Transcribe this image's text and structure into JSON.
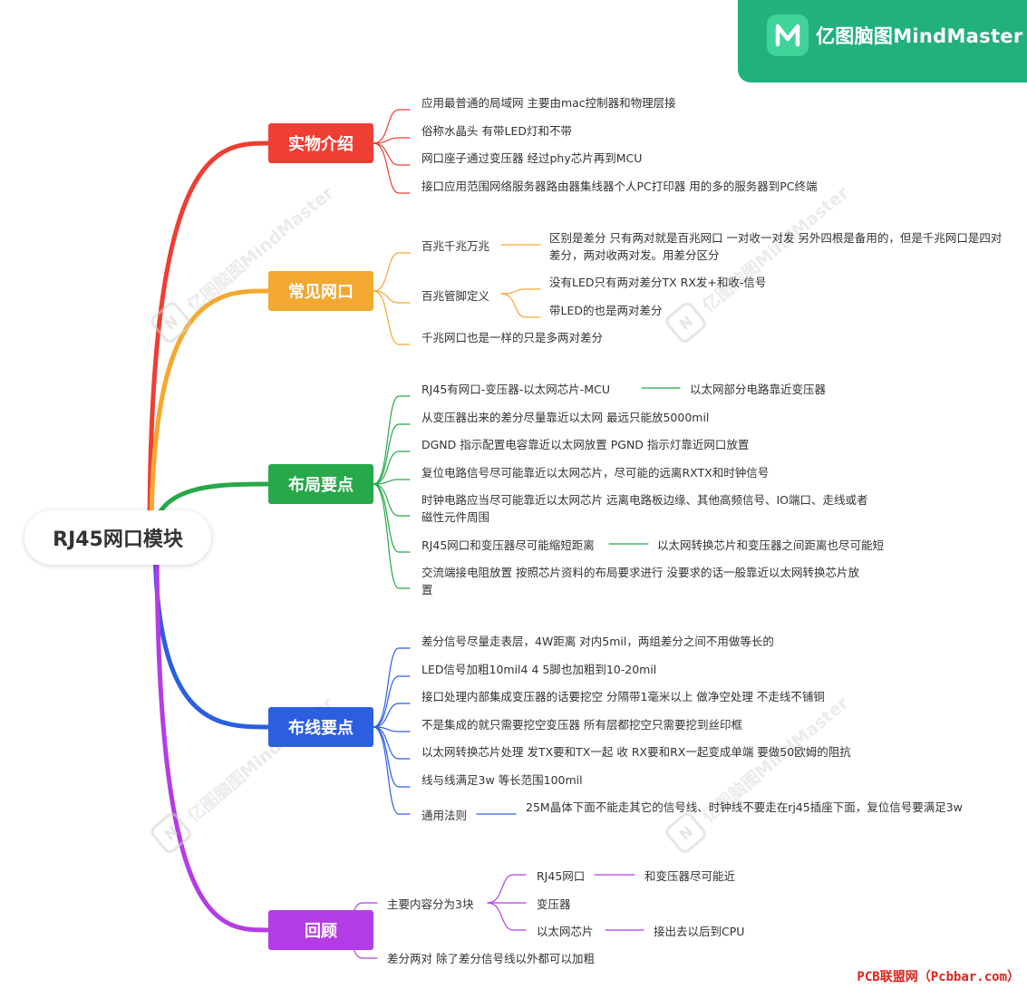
{
  "brand": {
    "name": "亿图脑图MindMaster",
    "logo_icon": "mindmaster-logo-icon"
  },
  "watermark": {
    "text": "亿图脑图MindMaster",
    "icon": "mindmaster-logo-icon"
  },
  "root": {
    "label": "RJ45网口模块"
  },
  "branches": [
    {
      "id": "b1",
      "label": "实物介绍",
      "color": "#ef3e33"
    },
    {
      "id": "b2",
      "label": "常见网口",
      "color": "#f3a82f"
    },
    {
      "id": "b3",
      "label": "布局要点",
      "color": "#27a84a"
    },
    {
      "id": "b4",
      "label": "布线要点",
      "color": "#2b5fe0"
    },
    {
      "id": "b5",
      "label": "回顾",
      "color": "#b43ce6"
    }
  ],
  "b1": {
    "items": [
      "应用最普通的局域网 主要由mac控制器和物理层接",
      "俗称水晶头 有带LED灯和不带",
      "网口座子通过变压器 经过phy芯片再到MCU",
      "接口应用范围网络服务器路由器集线器个人PC打印器  用的多的服务器到PC终端"
    ]
  },
  "b2": {
    "i1": "百兆千兆万兆",
    "i1_detail": "区别是差分 只有两对就是百兆网口 一对收一对发 另外四根是备用的，但是千兆网口是四对差分，两对收两对发。用差分区分",
    "i2": "百兆管脚定义",
    "i2_a": "没有LED只有两对差分TX RX发+和收-信号",
    "i2_b": "带LED的也是两对差分",
    "i3": "千兆网口也是一样的只是多两对差分"
  },
  "b3": {
    "i1": "RJ45有网口-变压器-以太网芯片-MCU",
    "i1_detail": "以太网部分电路靠近变压器",
    "i2": "从变压器出来的差分尽量靠近以太网 最远只能放5000mil",
    "i3": "DGND  指示配置电容靠近以太网放置    PGND 指示灯靠近网口放置",
    "i4": "复位电路信号尽可能靠近以太网芯片，尽可能的远离RXTX和时钟信号",
    "i5": "时钟电路应当尽可能靠近以太网芯片 远离电路板边缘、其他高频信号、IO端口、走线或者磁性元件周围",
    "i6": "RJ45网口和变压器尽可能缩短距离",
    "i6_detail": "以太网转换芯片和变压器之间距离也尽可能短",
    "i7": "交流端接电阻放置 按照芯片资料的布局要求进行    没要求的话一般靠近以太网转换芯片放置"
  },
  "b4": {
    "items": [
      "差分信号尽量走表层，4W距离 对内5mil，两组差分之间不用做等长的",
      "LED信号加粗10mil4    4 5脚也加粗到10-20mil",
      "接口处理内部集成变压器的话要挖空 分隔带1毫米以上 做净空处理 不走线不铺铜",
      "不是集成的就只需要挖空变压器 所有层都挖空只需要挖到丝印框",
      "以太网转换芯片处理 发TX要和TX一起  收 RX要和RX一起变成单端  要做50欧姆的阻抗",
      "线与线满足3w 等长范围100mil"
    ],
    "i7": "通用法则",
    "i7_detail": "25M晶体下面不能走其它的信号线、时钟线不要走在rj45插座下面，复位信号要满足3w"
  },
  "b5": {
    "i1": "主要内容分为3块",
    "i1_a": "RJ45网口",
    "i1_a_detail": "和变压器尽可能近",
    "i1_b": "变压器",
    "i1_c": "以太网芯片",
    "i1_c_detail": "接出去以后到CPU",
    "i2": "差分两对 除了差分信号线以外都可以加粗"
  },
  "footer": "PCB联盟网（Pcbbar.com）"
}
